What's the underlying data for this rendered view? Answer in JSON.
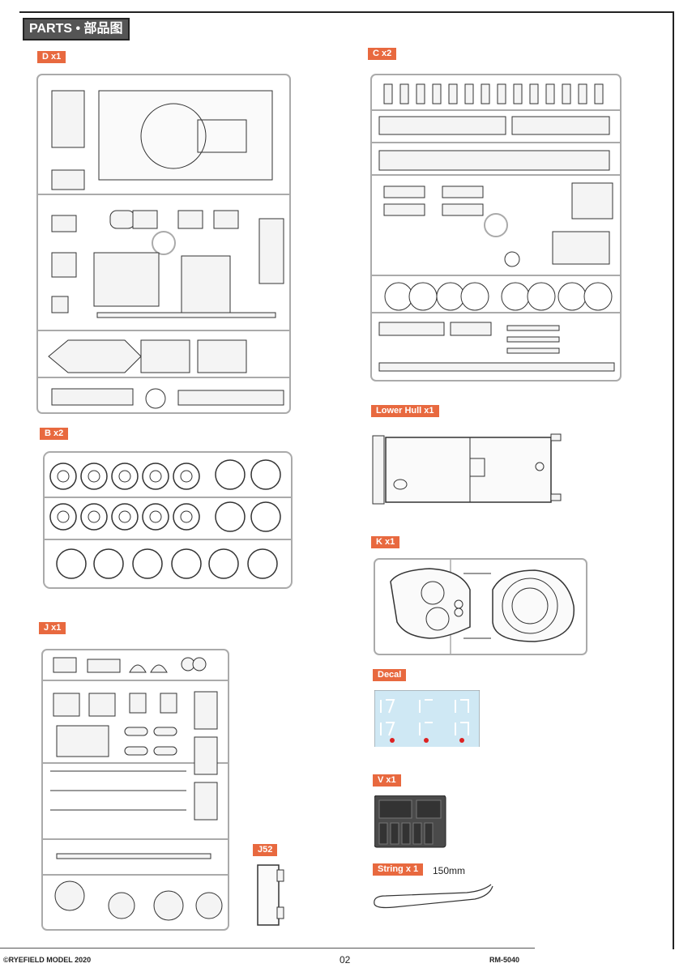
{
  "header": {
    "title": "PARTS • 部品图"
  },
  "sprues": {
    "d": "D x1",
    "c": "C x2",
    "b": "B x2",
    "lower_hull": "Lower Hull x1",
    "k": "K x1",
    "j": "J x1",
    "j52": "J52",
    "decal": "Decal",
    "v": "V x1",
    "string": "String x 1"
  },
  "string_length": "150mm",
  "footer": {
    "copyright": "©RYEFIELD MODEL 2020",
    "page": "02",
    "code": "RM-5040"
  }
}
